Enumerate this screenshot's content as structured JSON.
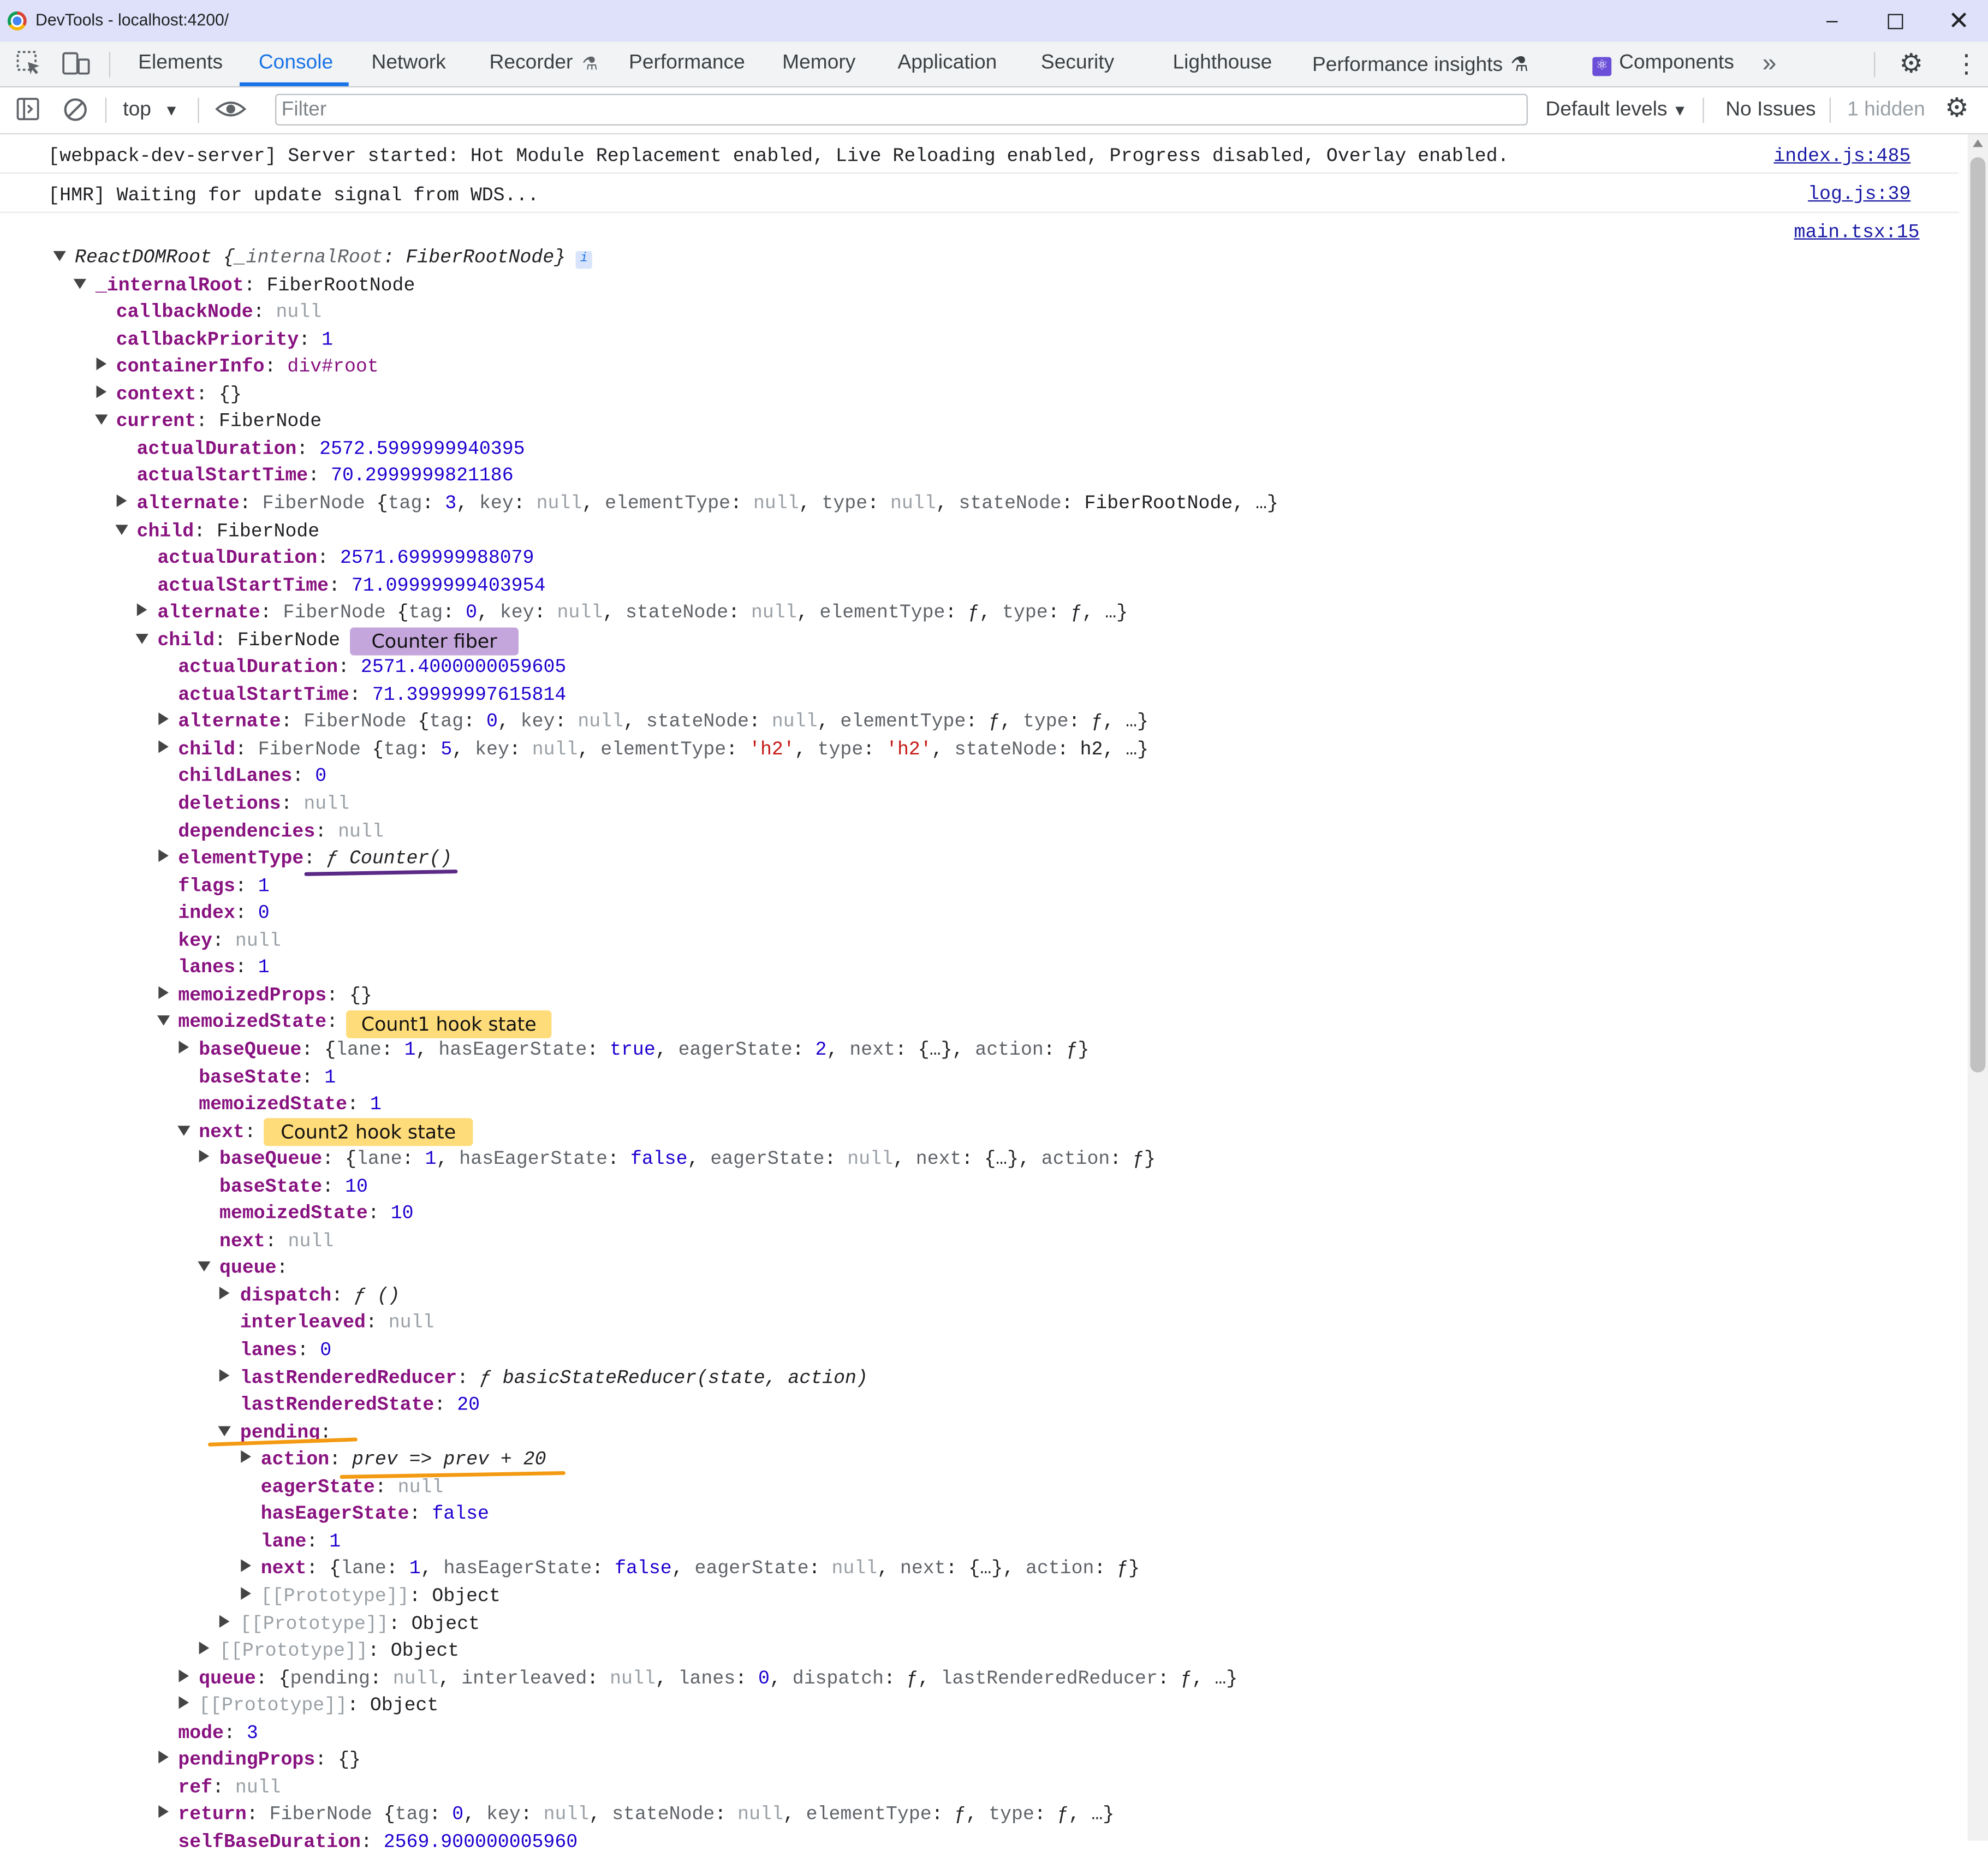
{
  "window": {
    "title": "DevTools - localhost:4200/"
  },
  "tabs": [
    {
      "label": "Elements"
    },
    {
      "label": "Console"
    },
    {
      "label": "Network"
    },
    {
      "label": "Recorder"
    },
    {
      "label": "Performance"
    },
    {
      "label": "Memory"
    },
    {
      "label": "Application"
    },
    {
      "label": "Security"
    },
    {
      "label": "Lighthouse"
    },
    {
      "label": "Performance insights"
    },
    {
      "label": "Components"
    }
  ],
  "console_toolbar": {
    "context": "top",
    "filter_placeholder": "Filter",
    "levels": "Default levels",
    "issues": "No Issues",
    "hidden": "1 hidden"
  },
  "messages": [
    {
      "text": "[webpack-dev-server] Server started: Hot Module Replacement enabled, Live Reloading enabled, Progress disabled, Overlay enabled.",
      "source": "index.js:485"
    },
    {
      "text": "[HMR] Waiting for update signal from WDS...",
      "source": "log.js:39"
    }
  ],
  "tree_source": "main.tsx:15",
  "annotations": {
    "counter_fiber": "Counter fiber",
    "count1": "Count1 hook state",
    "count2": "Count2 hook state"
  },
  "tree": [
    {
      "d": 0,
      "t": "down",
      "k": "ReactDOMRoot",
      "sep": " ",
      "it": true,
      "v": [
        [
          "",
          "{"
        ],
        [
          "it-dk",
          "_internalRoot"
        ],
        [
          "",
          "}"
        ]
      ],
      "raw": "ReactDOMRoot {_internalRoot: FiberRootNode}"
    },
    {
      "d": 1,
      "t": "down",
      "k": "_internalRoot",
      "v": [
        [
          "",
          "FiberRootNode"
        ]
      ]
    },
    {
      "d": 2,
      "k": "callbackNode",
      "v": [
        [
          "nl",
          "null"
        ]
      ]
    },
    {
      "d": 2,
      "k": "callbackPriority",
      "v": [
        [
          "n",
          "1"
        ]
      ]
    },
    {
      "d": 2,
      "t": "right",
      "k": "containerInfo",
      "v": [
        [
          "k2",
          "div#root"
        ]
      ]
    },
    {
      "d": 2,
      "t": "right",
      "k": "context",
      "v": [
        [
          "",
          "{}"
        ]
      ]
    },
    {
      "d": 2,
      "t": "down",
      "k": "current",
      "v": [
        [
          "",
          "FiberNode"
        ]
      ]
    },
    {
      "d": 3,
      "k": "actualDuration",
      "v": [
        [
          "n",
          "2572.5999999940395"
        ]
      ]
    },
    {
      "d": 3,
      "k": "actualStartTime",
      "v": [
        [
          "n",
          "70.2999999821186"
        ]
      ]
    },
    {
      "d": 3,
      "t": "right",
      "k": "alternate",
      "v": [
        [
          "dk",
          "FiberNode "
        ],
        [
          "",
          "{"
        ],
        [
          "dk",
          "tag"
        ],
        [
          "",
          ": "
        ],
        [
          "n",
          "3"
        ],
        [
          "",
          ", "
        ],
        [
          "dk",
          "key"
        ],
        [
          "",
          ": "
        ],
        [
          "nl",
          "null"
        ],
        [
          "",
          ", "
        ],
        [
          "dk",
          "elementType"
        ],
        [
          "",
          ": "
        ],
        [
          "nl",
          "null"
        ],
        [
          "",
          ", "
        ],
        [
          "dk",
          "type"
        ],
        [
          "",
          ": "
        ],
        [
          "nl",
          "null"
        ],
        [
          "",
          ", "
        ],
        [
          "dk",
          "stateNode"
        ],
        [
          "",
          ": FiberRootNode, …}"
        ]
      ]
    },
    {
      "d": 3,
      "t": "down",
      "k": "child",
      "v": [
        [
          "",
          "FiberNode"
        ]
      ]
    },
    {
      "d": 4,
      "k": "actualDuration",
      "v": [
        [
          "n",
          "2571.699999988079"
        ]
      ]
    },
    {
      "d": 4,
      "k": "actualStartTime",
      "v": [
        [
          "n",
          "71.09999999403954"
        ]
      ]
    },
    {
      "d": 4,
      "t": "right",
      "k": "alternate",
      "v": [
        [
          "dk",
          "FiberNode "
        ],
        [
          "",
          "{"
        ],
        [
          "dk",
          "tag"
        ],
        [
          "",
          ": "
        ],
        [
          "n",
          "0"
        ],
        [
          "",
          ", "
        ],
        [
          "dk",
          "key"
        ],
        [
          "",
          ": "
        ],
        [
          "nl",
          "null"
        ],
        [
          "",
          ", "
        ],
        [
          "dk",
          "stateNode"
        ],
        [
          "",
          ": "
        ],
        [
          "nl",
          "null"
        ],
        [
          "",
          ", "
        ],
        [
          "dk",
          "elementType"
        ],
        [
          "",
          ": ƒ, "
        ],
        [
          "dk",
          "type"
        ],
        [
          "",
          ": ƒ, …}"
        ]
      ]
    },
    {
      "d": 4,
      "t": "down",
      "k": "child",
      "v": [
        [
          "",
          "FiberNode"
        ]
      ],
      "ann": "counter_fiber"
    },
    {
      "d": 5,
      "k": "actualDuration",
      "v": [
        [
          "n",
          "2571.4000000059605"
        ]
      ]
    },
    {
      "d": 5,
      "k": "actualStartTime",
      "v": [
        [
          "n",
          "71.39999997615814"
        ]
      ]
    },
    {
      "d": 5,
      "t": "right",
      "k": "alternate",
      "v": [
        [
          "dk",
          "FiberNode "
        ],
        [
          "",
          "{"
        ],
        [
          "dk",
          "tag"
        ],
        [
          "",
          ": "
        ],
        [
          "n",
          "0"
        ],
        [
          "",
          ", "
        ],
        [
          "dk",
          "key"
        ],
        [
          "",
          ": "
        ],
        [
          "nl",
          "null"
        ],
        [
          "",
          ", "
        ],
        [
          "dk",
          "stateNode"
        ],
        [
          "",
          ": "
        ],
        [
          "nl",
          "null"
        ],
        [
          "",
          ", "
        ],
        [
          "dk",
          "elementType"
        ],
        [
          "",
          ": ƒ, "
        ],
        [
          "dk",
          "type"
        ],
        [
          "",
          ": ƒ, …}"
        ]
      ]
    },
    {
      "d": 5,
      "t": "right",
      "k": "child",
      "v": [
        [
          "dk",
          "FiberNode "
        ],
        [
          "",
          "{"
        ],
        [
          "dk",
          "tag"
        ],
        [
          "",
          ": "
        ],
        [
          "n",
          "5"
        ],
        [
          "",
          ", "
        ],
        [
          "dk",
          "key"
        ],
        [
          "",
          ": "
        ],
        [
          "nl",
          "null"
        ],
        [
          "",
          ", "
        ],
        [
          "dk",
          "elementType"
        ],
        [
          "",
          ": "
        ],
        [
          "s",
          "'h2'"
        ],
        [
          "",
          ", "
        ],
        [
          "dk",
          "type"
        ],
        [
          "",
          ": "
        ],
        [
          "s",
          "'h2'"
        ],
        [
          "",
          ", "
        ],
        [
          "dk",
          "stateNode"
        ],
        [
          "",
          ": h2, …}"
        ]
      ]
    },
    {
      "d": 5,
      "k": "childLanes",
      "v": [
        [
          "n",
          "0"
        ]
      ]
    },
    {
      "d": 5,
      "k": "deletions",
      "v": [
        [
          "nl",
          "null"
        ]
      ]
    },
    {
      "d": 5,
      "k": "dependencies",
      "v": [
        [
          "nl",
          "null"
        ]
      ]
    },
    {
      "d": 5,
      "t": "right",
      "k": "elementType",
      "v": [
        [
          "it",
          "ƒ Counter()"
        ]
      ],
      "ul": "purple"
    },
    {
      "d": 5,
      "k": "flags",
      "v": [
        [
          "n",
          "1"
        ]
      ]
    },
    {
      "d": 5,
      "k": "index",
      "v": [
        [
          "n",
          "0"
        ]
      ]
    },
    {
      "d": 5,
      "k": "key",
      "v": [
        [
          "nl",
          "null"
        ]
      ]
    },
    {
      "d": 5,
      "k": "lanes",
      "v": [
        [
          "n",
          "1"
        ]
      ]
    },
    {
      "d": 5,
      "t": "right",
      "k": "memoizedProps",
      "v": [
        [
          "",
          "{}"
        ]
      ]
    },
    {
      "d": 5,
      "t": "down",
      "k": "memoizedState",
      "v": [],
      "ann": "count1"
    },
    {
      "d": 6,
      "t": "right",
      "k": "baseQueue",
      "v": [
        [
          "",
          "{"
        ],
        [
          "dk",
          "lane"
        ],
        [
          "",
          ": "
        ],
        [
          "n",
          "1"
        ],
        [
          "",
          ", "
        ],
        [
          "dk",
          "hasEagerState"
        ],
        [
          "",
          ": "
        ],
        [
          "n",
          "true"
        ],
        [
          "",
          ", "
        ],
        [
          "dk",
          "eagerState"
        ],
        [
          "",
          ": "
        ],
        [
          "n",
          "2"
        ],
        [
          "",
          ", "
        ],
        [
          "dk",
          "next"
        ],
        [
          "",
          ": {…}, "
        ],
        [
          "dk",
          "action"
        ],
        [
          "",
          ": ƒ}"
        ]
      ]
    },
    {
      "d": 6,
      "k": "baseState",
      "v": [
        [
          "n",
          "1"
        ]
      ]
    },
    {
      "d": 6,
      "k": "memoizedState",
      "v": [
        [
          "n",
          "1"
        ]
      ]
    },
    {
      "d": 6,
      "t": "down",
      "k": "next",
      "v": [],
      "ann": "count2"
    },
    {
      "d": 7,
      "t": "right",
      "k": "baseQueue",
      "v": [
        [
          "",
          "{"
        ],
        [
          "dk",
          "lane"
        ],
        [
          "",
          ": "
        ],
        [
          "n",
          "1"
        ],
        [
          "",
          ", "
        ],
        [
          "dk",
          "hasEagerState"
        ],
        [
          "",
          ": "
        ],
        [
          "n",
          "false"
        ],
        [
          "",
          ", "
        ],
        [
          "dk",
          "eagerState"
        ],
        [
          "",
          ": "
        ],
        [
          "nl",
          "null"
        ],
        [
          "",
          ", "
        ],
        [
          "dk",
          "next"
        ],
        [
          "",
          ": {…}, "
        ],
        [
          "dk",
          "action"
        ],
        [
          "",
          ": ƒ}"
        ]
      ]
    },
    {
      "d": 7,
      "k": "baseState",
      "v": [
        [
          "n",
          "10"
        ]
      ]
    },
    {
      "d": 7,
      "k": "memoizedState",
      "v": [
        [
          "n",
          "10"
        ]
      ]
    },
    {
      "d": 7,
      "k": "next",
      "v": [
        [
          "nl",
          "null"
        ]
      ]
    },
    {
      "d": 7,
      "t": "down",
      "k": "queue",
      "v": []
    },
    {
      "d": 8,
      "t": "right",
      "k": "dispatch",
      "v": [
        [
          "it",
          "ƒ ()"
        ]
      ]
    },
    {
      "d": 8,
      "k": "interleaved",
      "v": [
        [
          "nl",
          "null"
        ]
      ]
    },
    {
      "d": 8,
      "k": "lanes",
      "v": [
        [
          "n",
          "0"
        ]
      ]
    },
    {
      "d": 8,
      "t": "right",
      "k": "lastRenderedReducer",
      "v": [
        [
          "it",
          "ƒ basicStateReducer(state, action)"
        ]
      ]
    },
    {
      "d": 8,
      "k": "lastRenderedState",
      "v": [
        [
          "n",
          "20"
        ]
      ]
    },
    {
      "d": 8,
      "t": "down",
      "k": "pending",
      "v": [],
      "ul": "orange-a"
    },
    {
      "d": 9,
      "t": "right",
      "k": "action",
      "v": [
        [
          "it",
          "prev => prev + 20"
        ]
      ],
      "ul": "orange-b"
    },
    {
      "d": 9,
      "k": "eagerState",
      "v": [
        [
          "nl",
          "null"
        ]
      ]
    },
    {
      "d": 9,
      "k": "hasEagerState",
      "v": [
        [
          "n",
          "false"
        ]
      ]
    },
    {
      "d": 9,
      "k": "lane",
      "v": [
        [
          "n",
          "1"
        ]
      ]
    },
    {
      "d": 9,
      "t": "right",
      "k": "next",
      "v": [
        [
          "",
          "{"
        ],
        [
          "dk",
          "lane"
        ],
        [
          "",
          ": "
        ],
        [
          "n",
          "1"
        ],
        [
          "",
          ", "
        ],
        [
          "dk",
          "hasEagerState"
        ],
        [
          "",
          ": "
        ],
        [
          "n",
          "false"
        ],
        [
          "",
          ", "
        ],
        [
          "dk",
          "eagerState"
        ],
        [
          "",
          ": "
        ],
        [
          "nl",
          "null"
        ],
        [
          "",
          ", "
        ],
        [
          "dk",
          "next"
        ],
        [
          "",
          ": {…}, "
        ],
        [
          "dk",
          "action"
        ],
        [
          "",
          ": ƒ}"
        ]
      ]
    },
    {
      "d": 9,
      "t": "right",
      "k": "[[Prototype]]",
      "kdim": true,
      "v": [
        [
          "",
          "Object"
        ]
      ]
    },
    {
      "d": 8,
      "t": "right",
      "k": "[[Prototype]]",
      "kdim": true,
      "v": [
        [
          "",
          "Object"
        ]
      ]
    },
    {
      "d": 7,
      "t": "right",
      "k": "[[Prototype]]",
      "kdim": true,
      "v": [
        [
          "",
          "Object"
        ]
      ]
    },
    {
      "d": 6,
      "t": "right",
      "k": "queue",
      "v": [
        [
          "",
          "{"
        ],
        [
          "dk",
          "pending"
        ],
        [
          "",
          ": "
        ],
        [
          "nl",
          "null"
        ],
        [
          "",
          ", "
        ],
        [
          "dk",
          "interleaved"
        ],
        [
          "",
          ": "
        ],
        [
          "nl",
          "null"
        ],
        [
          "",
          ", "
        ],
        [
          "dk",
          "lanes"
        ],
        [
          "",
          ": "
        ],
        [
          "n",
          "0"
        ],
        [
          "",
          ", "
        ],
        [
          "dk",
          "dispatch"
        ],
        [
          "",
          ": ƒ, "
        ],
        [
          "dk",
          "lastRenderedReducer"
        ],
        [
          "",
          ": ƒ, …}"
        ]
      ]
    },
    {
      "d": 6,
      "t": "right",
      "k": "[[Prototype]]",
      "kdim": true,
      "v": [
        [
          "",
          "Object"
        ]
      ]
    },
    {
      "d": 5,
      "k": "mode",
      "v": [
        [
          "n",
          "3"
        ]
      ]
    },
    {
      "d": 5,
      "t": "right",
      "k": "pendingProps",
      "v": [
        [
          "",
          "{}"
        ]
      ]
    },
    {
      "d": 5,
      "k": "ref",
      "v": [
        [
          "nl",
          "null"
        ]
      ]
    },
    {
      "d": 5,
      "t": "right",
      "k": "return",
      "v": [
        [
          "dk",
          "FiberNode "
        ],
        [
          "",
          "{"
        ],
        [
          "dk",
          "tag"
        ],
        [
          "",
          ": "
        ],
        [
          "n",
          "0"
        ],
        [
          "",
          ", "
        ],
        [
          "dk",
          "key"
        ],
        [
          "",
          ": "
        ],
        [
          "nl",
          "null"
        ],
        [
          "",
          ", "
        ],
        [
          "dk",
          "stateNode"
        ],
        [
          "",
          ": "
        ],
        [
          "nl",
          "null"
        ],
        [
          "",
          ", "
        ],
        [
          "dk",
          "elementType"
        ],
        [
          "",
          ": ƒ, "
        ],
        [
          "dk",
          "type"
        ],
        [
          "",
          ": ƒ, …}"
        ]
      ]
    },
    {
      "d": 5,
      "k": "selfBaseDuration",
      "v": [
        [
          "n",
          "2569.900000005960"
        ]
      ]
    }
  ]
}
